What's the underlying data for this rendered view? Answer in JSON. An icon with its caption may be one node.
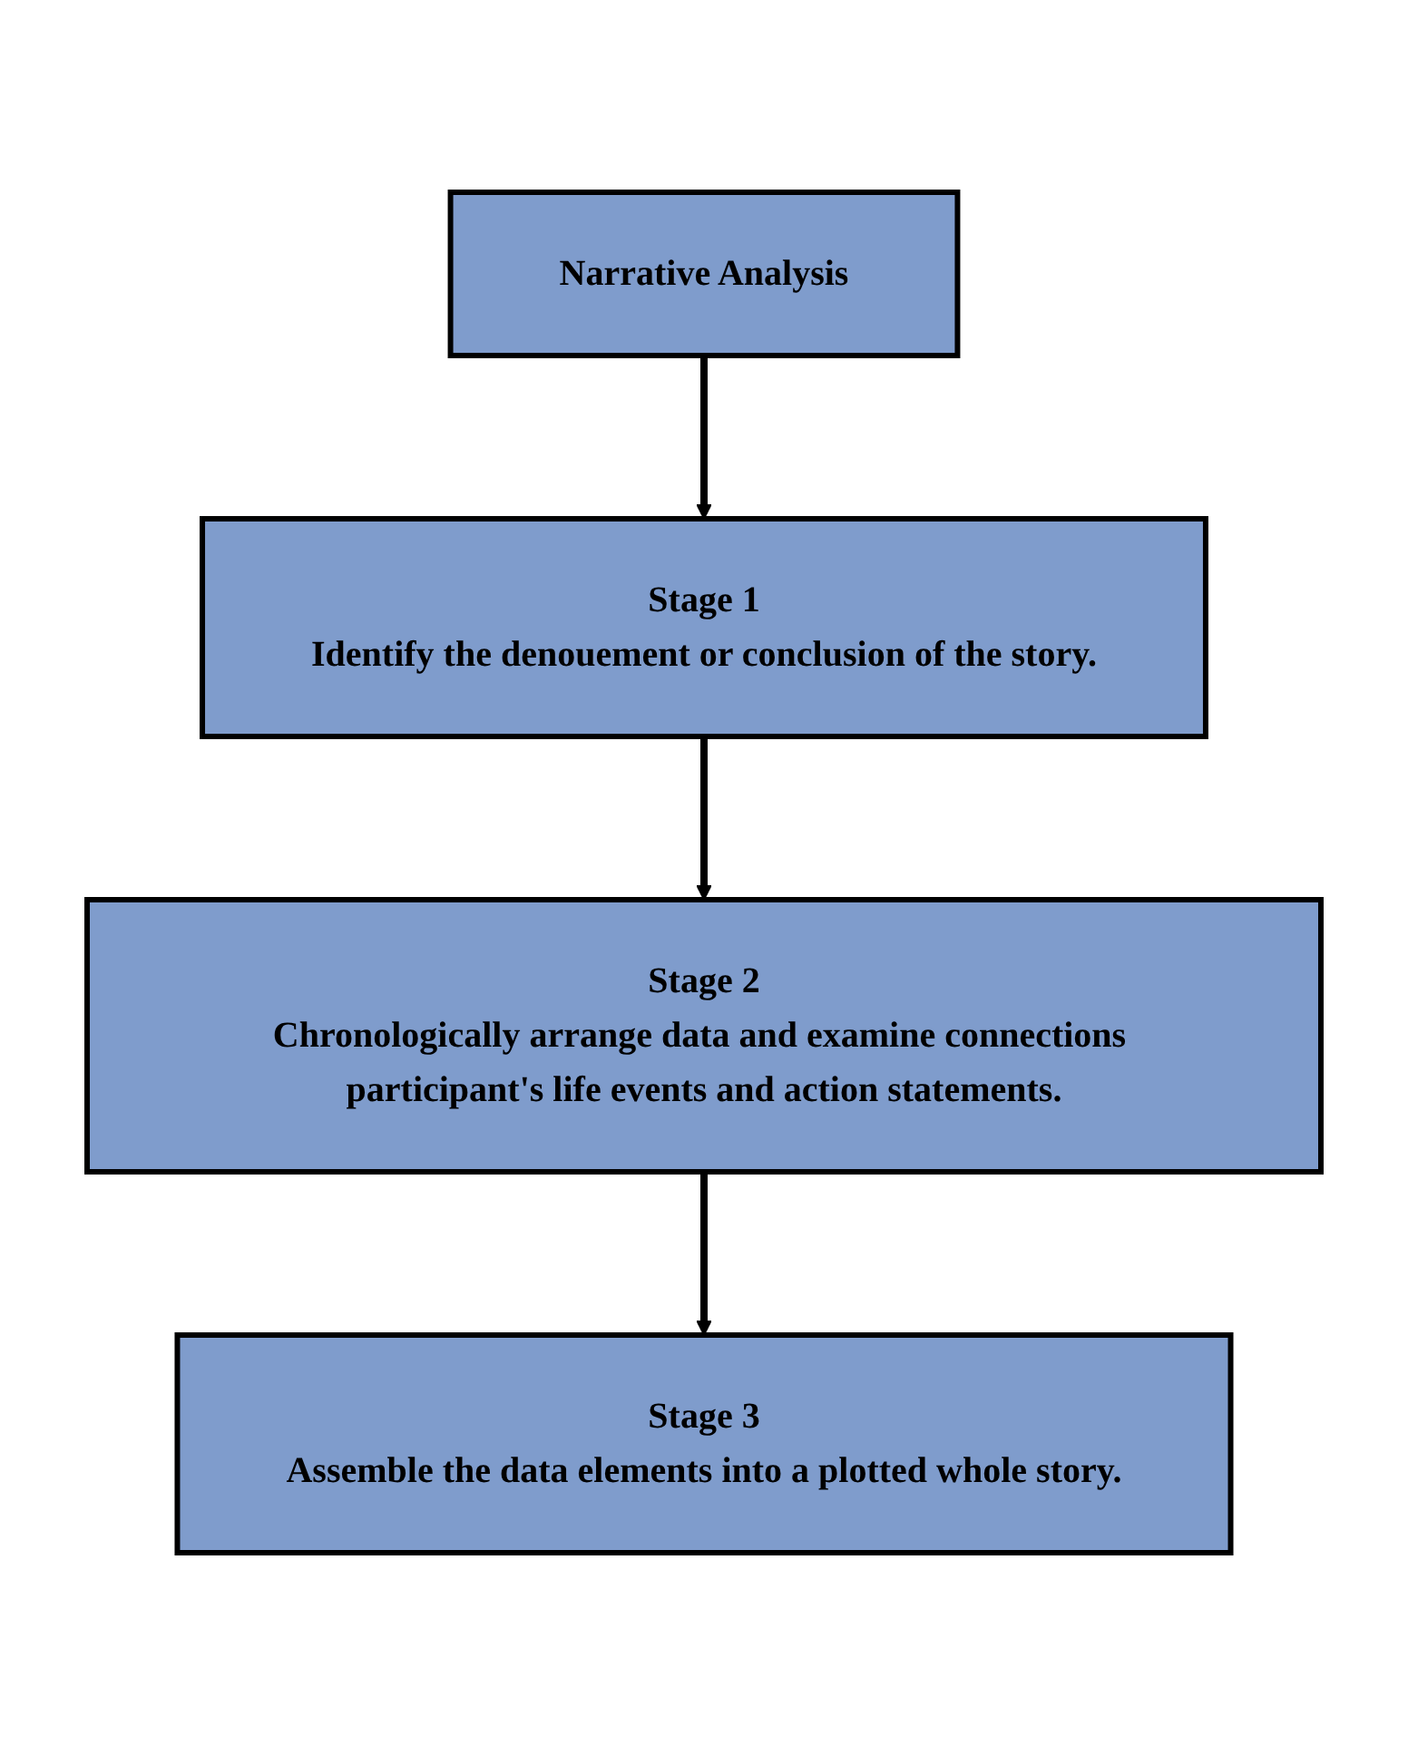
{
  "diagram": {
    "nodes": [
      {
        "text": [
          "Narrative Analysis"
        ]
      },
      {
        "text": [
          "Stage 1",
          "Identify the denouement or conclusion of the story."
        ]
      },
      {
        "text": [
          "Stage 2",
          "Chronologically arrange data and examine connections participant's life events and action statements."
        ]
      },
      {
        "text": [
          "Stage 3",
          "Assemble the data elements into a plotted whole story."
        ]
      }
    ],
    "edges": [
      {
        "from": 0,
        "to": 1,
        "arrow": "to"
      },
      {
        "from": 1,
        "to": 2,
        "arrow": "to"
      },
      {
        "from": 2,
        "to": 3,
        "arrow": "to"
      }
    ]
  }
}
